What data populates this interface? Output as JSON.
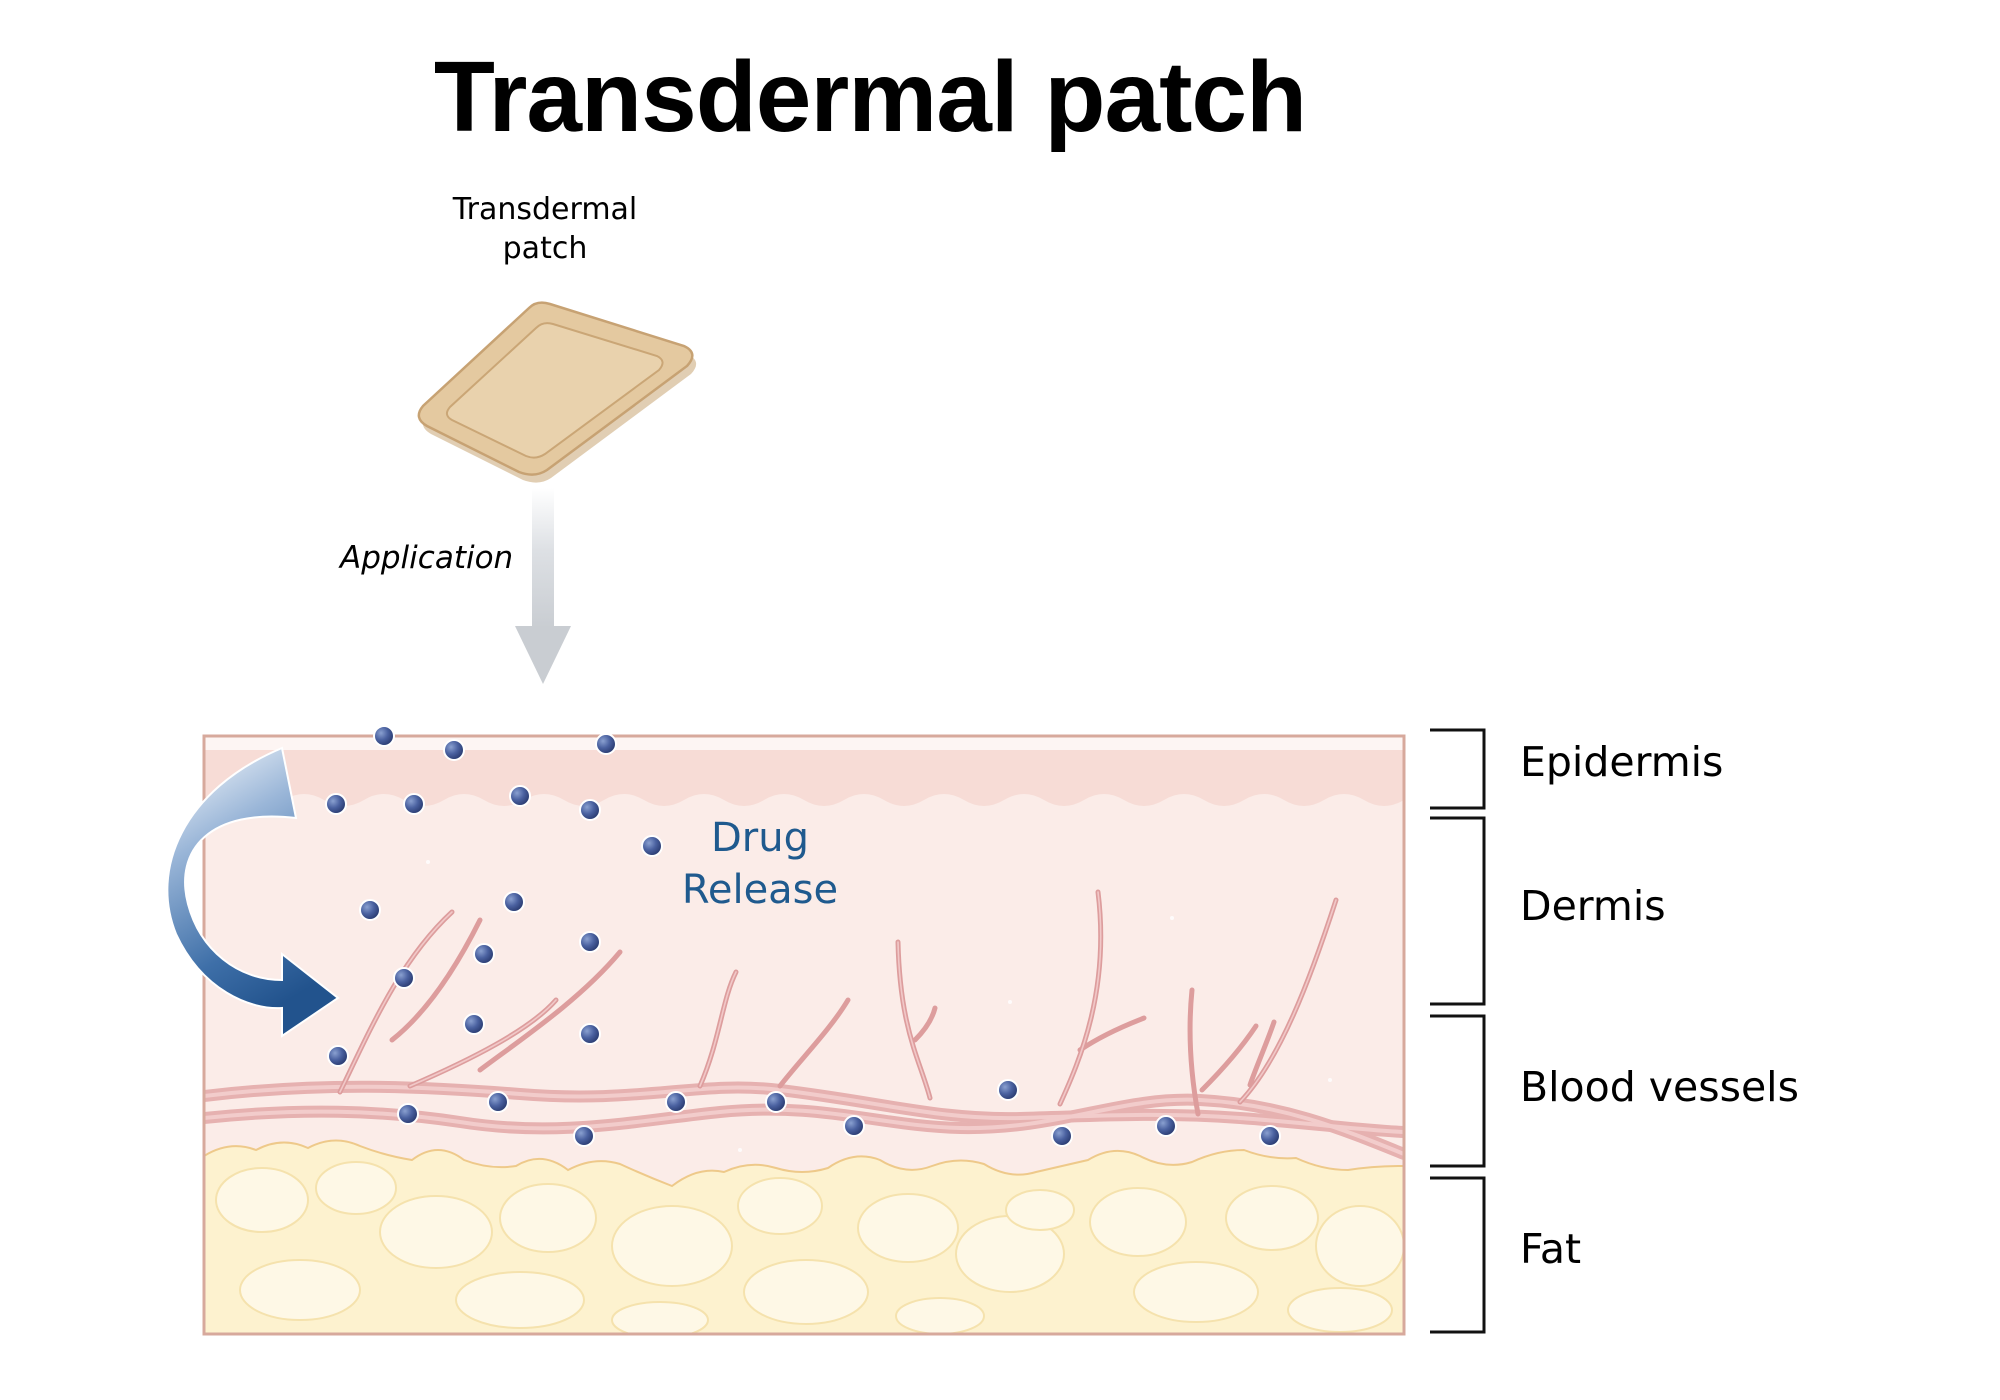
{
  "title": "Transdermal patch",
  "patch_label": {
    "line1": "Transdermal",
    "line2": "patch"
  },
  "application_label": "Application",
  "drug_release_label": {
    "line1": "Drug",
    "line2": "Release"
  },
  "layers": {
    "epidermis": "Epidermis",
    "dermis": "Dermis",
    "blood_vessels": "Blood vessels",
    "fat": "Fat"
  },
  "colors": {
    "patch": "#e4c9a0",
    "epidermis": "#f7dcd6",
    "dermis": "#fbece8",
    "fat": "#fdf2cf",
    "vessel": "#e3a7a7",
    "drug_particle": "#3e5590",
    "release_arrow": "#2a5a94",
    "application_arrow": "#cfd3d8"
  }
}
